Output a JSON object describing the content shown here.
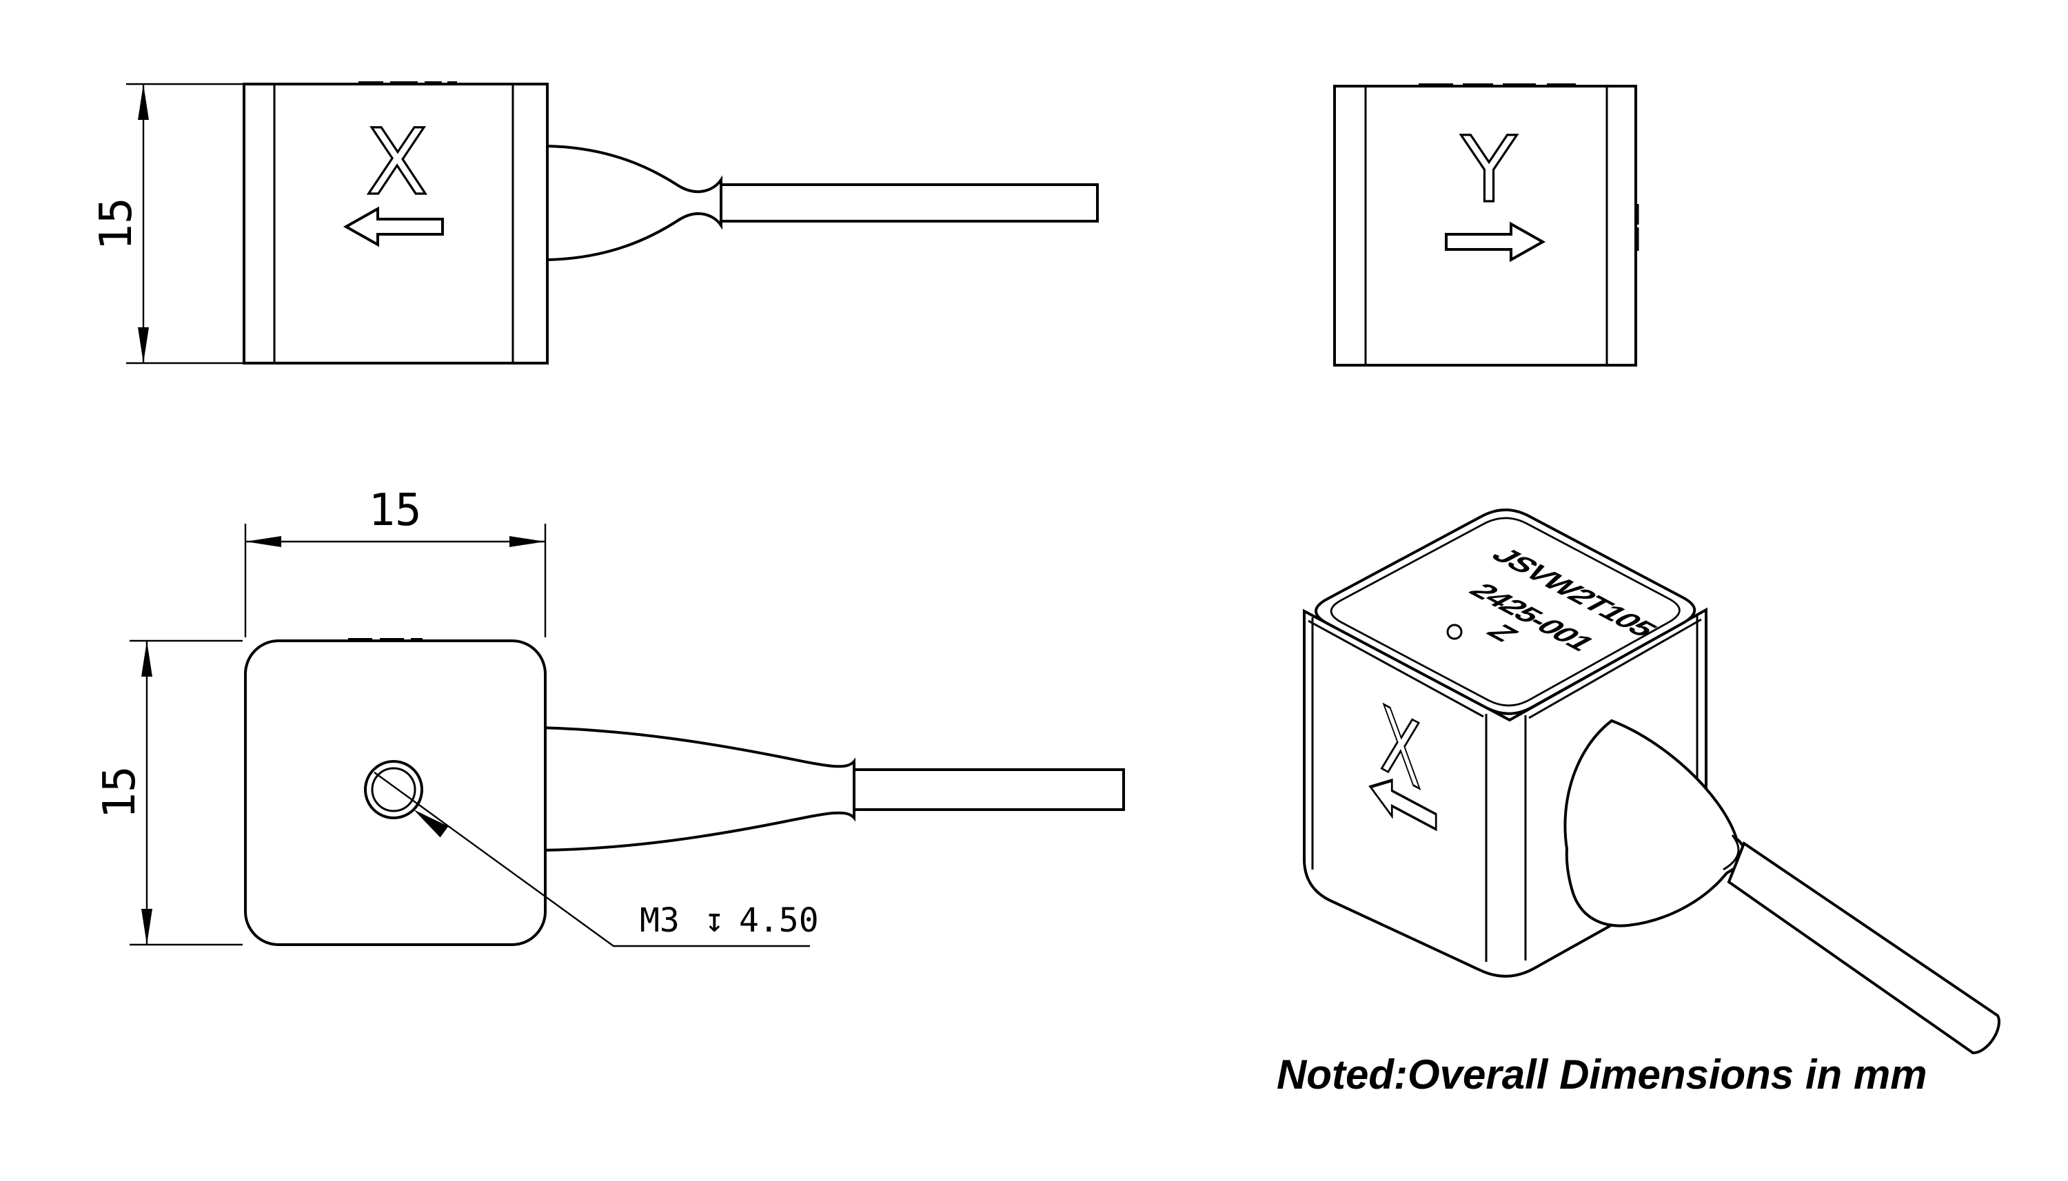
{
  "note": {
    "text": "Noted:Overall Dimensions in mm"
  },
  "colors": {
    "ink": "#000000",
    "paper": "#ffffff"
  },
  "front_view_x": {
    "axis_label": "X",
    "height_dim": "15"
  },
  "side_view_y": {
    "axis_label": "Y"
  },
  "top_view": {
    "width_dim": "15",
    "height_dim": "15",
    "thread_label": "M3",
    "depth_symbol": "↧",
    "depth_value": "4.50"
  },
  "iso_view": {
    "model_code": "JSVW2T105",
    "serial_code": "2425-001",
    "top_axis_label": "Z",
    "side_axis_label": "X"
  }
}
